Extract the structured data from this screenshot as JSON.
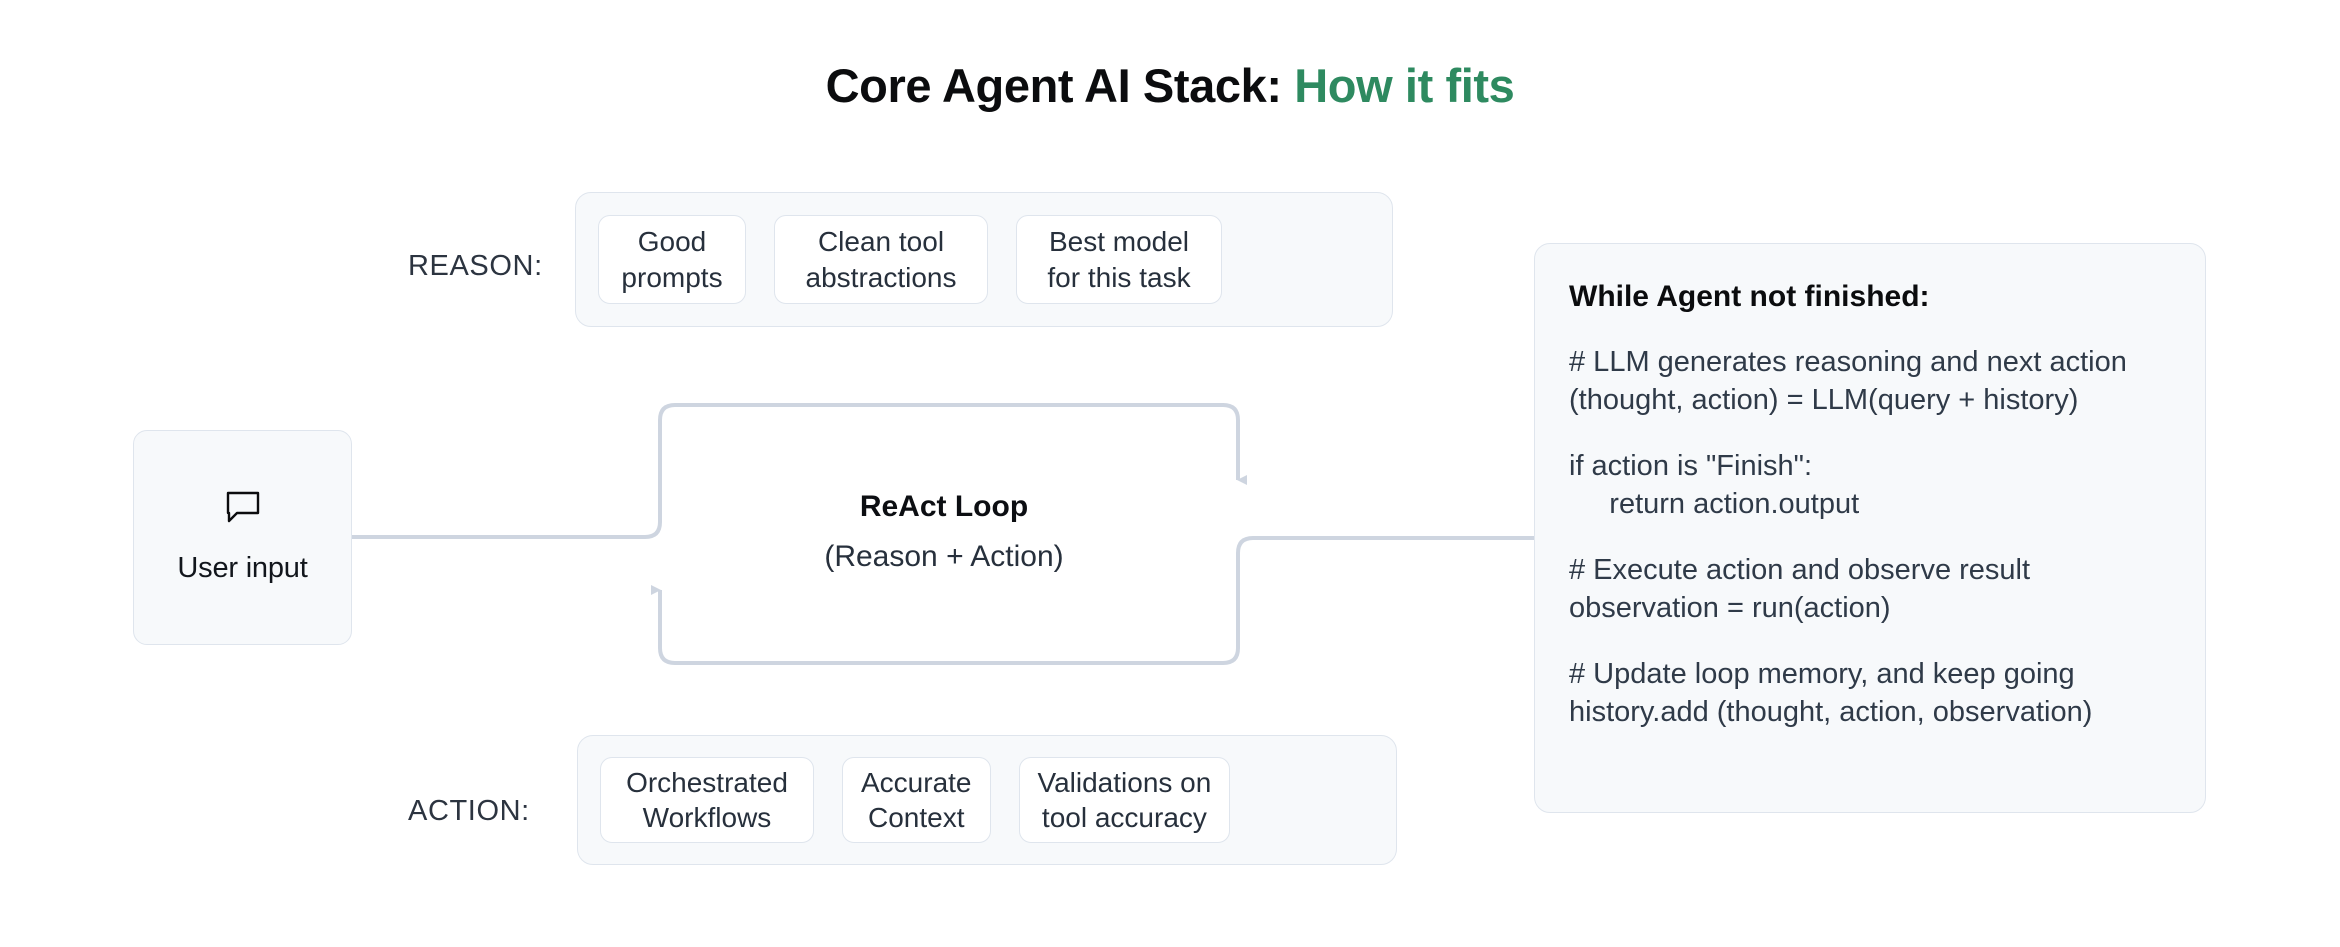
{
  "title": {
    "main": "Core Agent AI Stack:",
    "accent": "How it fits",
    "accent_color": "#2e8a60"
  },
  "rows": {
    "reason": {
      "label": "REASON:",
      "chips": [
        "Good\nprompts",
        "Clean tool\nabstractions",
        "Best model\nfor this task"
      ]
    },
    "action": {
      "label": "ACTION:",
      "chips": [
        "Orchestrated\nWorkflows",
        "Accurate\nContext",
        "Validations on\ntool accuracy"
      ]
    }
  },
  "user_input": {
    "label": "User input",
    "icon": "chat-bubble-icon"
  },
  "react_loop": {
    "title": "ReAct Loop",
    "subtitle": "(Reason + Action)",
    "line_color": "#ced5e0"
  },
  "code_panel": {
    "heading": "While Agent not finished:",
    "blocks": [
      "# LLM generates reasoning and next action\n(thought, action) = LLM(query + history)",
      "if action is \"Finish\":\n     return action.output",
      "# Execute action and observe result\nobservation = run(action)",
      "# Update loop memory, and keep going\nhistory.add (thought, action, observation)"
    ]
  }
}
